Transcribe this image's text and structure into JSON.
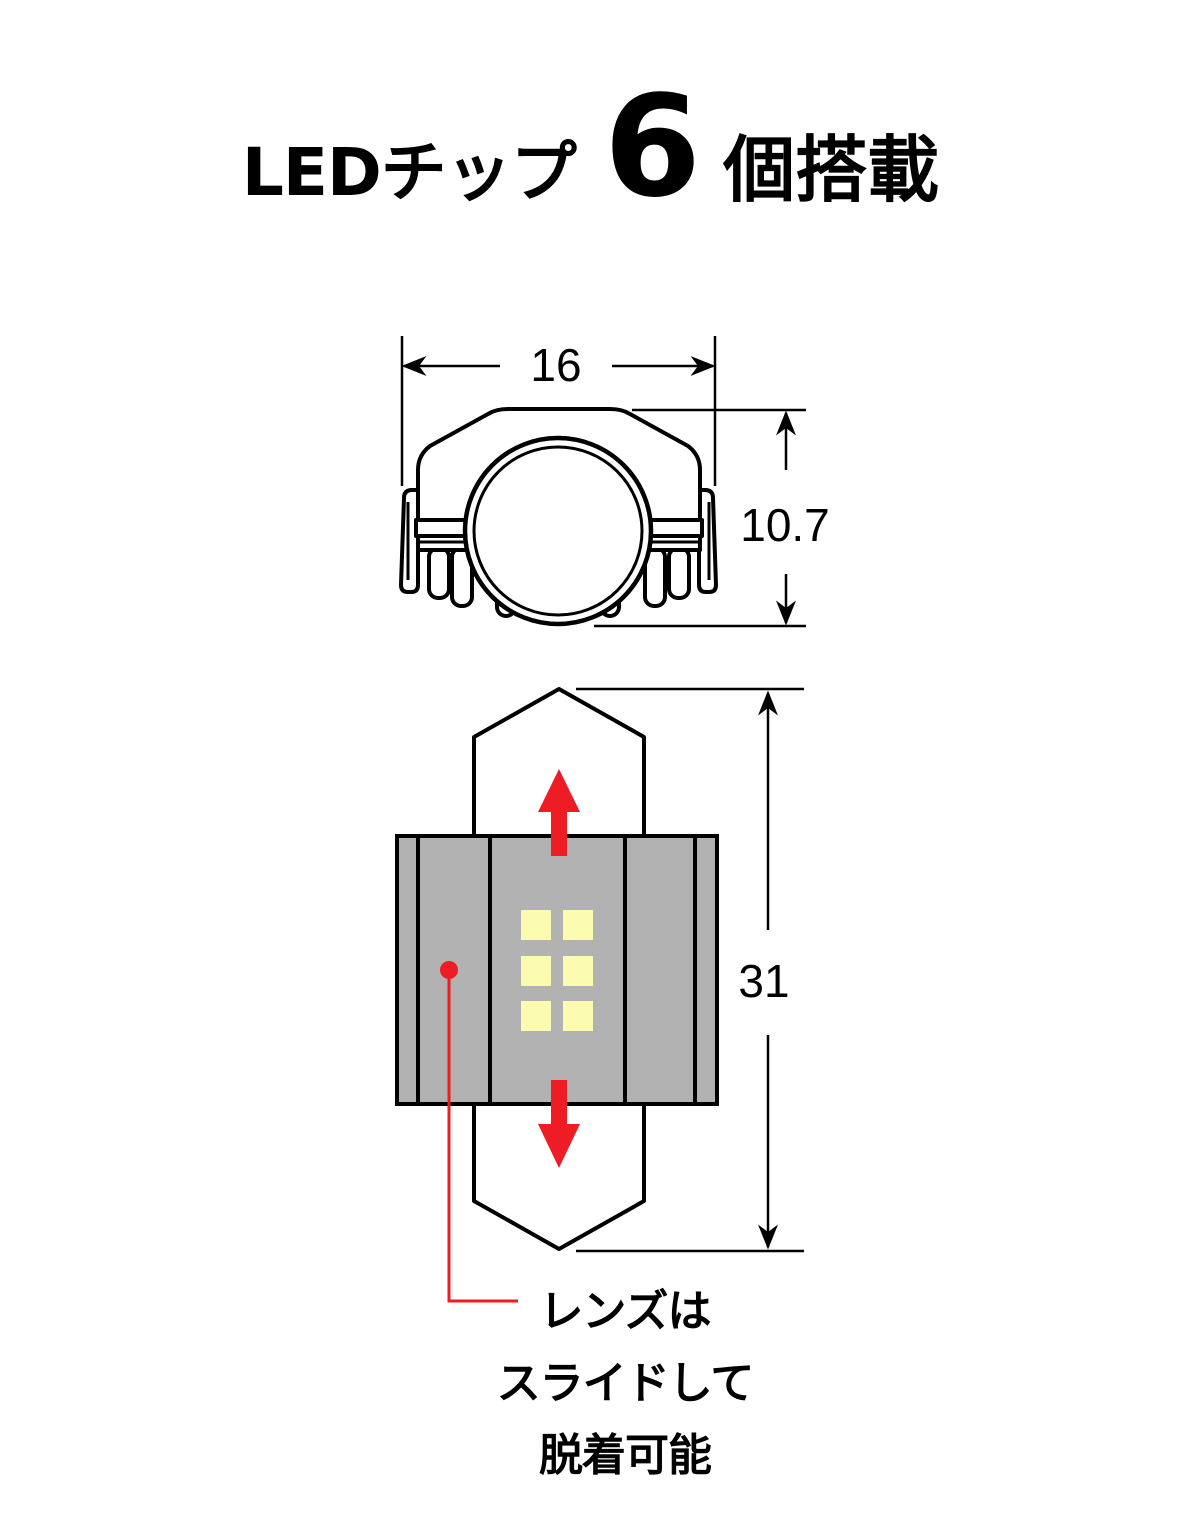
{
  "title": {
    "prefix": "LEDチップ",
    "number": "6",
    "suffix": "個搭載"
  },
  "dimensions": {
    "width": "16",
    "height": "10.7",
    "length": "31"
  },
  "note": {
    "line1": "レンズは",
    "line2": "スライドして",
    "line3": "脱着可能"
  },
  "colors": {
    "accent": "#ee1c24",
    "body_gray": "#b2b2b2",
    "led_yellow": "#fcfcb0",
    "outline": "#000000"
  }
}
